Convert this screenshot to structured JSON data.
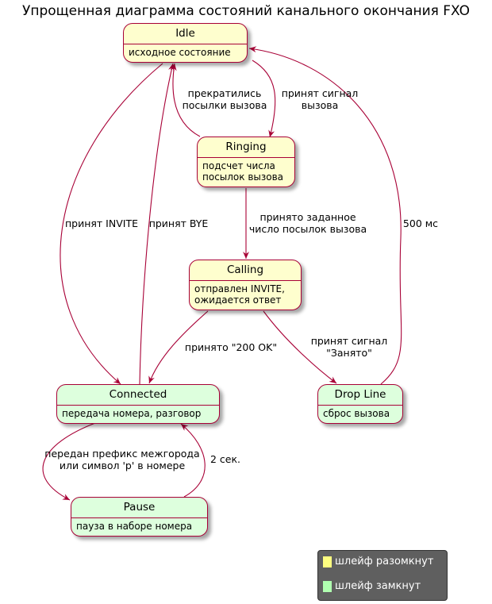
{
  "title": "Упрощенная диаграмма состояний канального окончания FXO",
  "colors": {
    "open_loop": "#FEFECE",
    "closed_loop": "#DDFFDD",
    "border": "#A80036",
    "legend_bg": "#5F5F5F"
  },
  "states": {
    "idle": {
      "name": "Idle",
      "desc": "исходное состояние"
    },
    "ringing": {
      "name": "Ringing",
      "desc": "подсчет числа\nпосылок вызова"
    },
    "calling": {
      "name": "Calling",
      "desc": "отправлен INVITE,\nожидается ответ"
    },
    "connected": {
      "name": "Connected",
      "desc": "передача номера, разговор"
    },
    "dropline": {
      "name": "Drop Line",
      "desc": "сброс вызова"
    },
    "pause": {
      "name": "Pause",
      "desc": "пауза в наборе номера"
    }
  },
  "transitions": {
    "idle_to_ringing": "принят сигнал\nвызова",
    "ringing_to_idle": "прекратились\nпосылки вызова",
    "ringing_to_calling": "принято заданное\nчисло посылок вызова",
    "idle_to_connected": "принят INVITE",
    "connected_to_idle": "принят BYE",
    "dropline_to_idle": "500 мс",
    "calling_to_connected": "принято \"200 OK\"",
    "calling_to_dropline": "принят сигнал\n\"Занято\"",
    "connected_to_pause": "передан префикс межгорода\nили символ 'p' в номере",
    "pause_to_connected": "2 сек."
  },
  "legend": {
    "open_label": "шлейф разомкнут",
    "closed_label": "шлейф замкнут"
  }
}
